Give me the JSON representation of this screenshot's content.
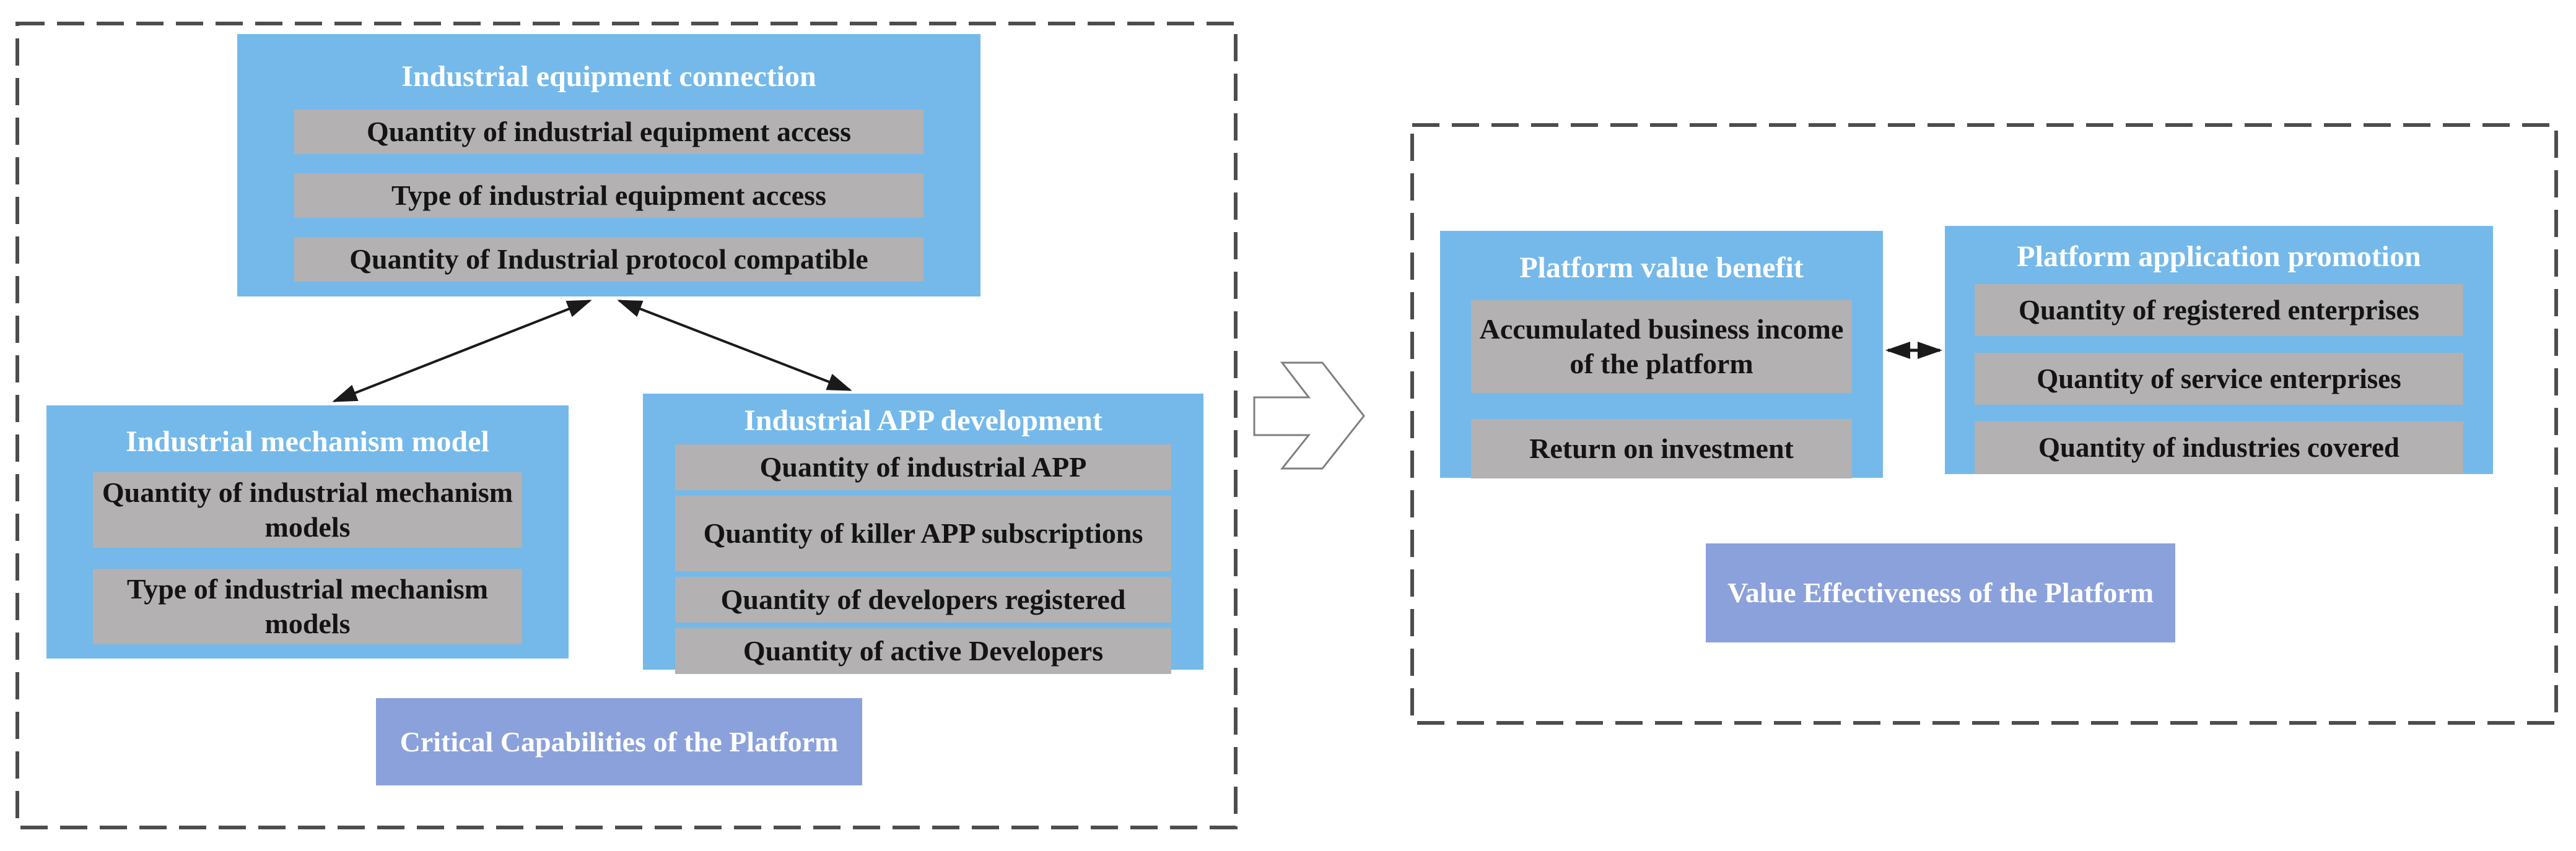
{
  "colors": {
    "panel_blue": "#74B9EA",
    "bar_gray": "#B3B1B1",
    "caption_periwinkle": "#8BA1DB",
    "dash_border": "#4D4D4D",
    "arrow_black": "#1A1A1A",
    "block_arrow_outline": "#7F7F7F"
  },
  "left_group": {
    "equipment": {
      "title": "Industrial equipment connection",
      "items": [
        "Quantity of industrial equipment access",
        "Type of industrial equipment access",
        "Quantity of Industrial protocol compatible"
      ]
    },
    "mechanism": {
      "title": "Industrial mechanism model",
      "items": [
        "Quantity of industrial mechanism models",
        "Type of industrial mechanism models"
      ]
    },
    "app_dev": {
      "title": "Industrial APP development",
      "items": [
        "Quantity of industrial APP",
        "Quantity of killer APP subscriptions",
        "Quantity of developers registered",
        "Quantity of active Developers"
      ]
    },
    "caption": "Critical Capabilities of the Platform"
  },
  "right_group": {
    "value_benefit": {
      "title": "Platform value benefit",
      "items": [
        "Accumulated business income of the platform",
        "Return on investment"
      ]
    },
    "app_promotion": {
      "title": "Platform application promotion",
      "items": [
        "Quantity of registered enterprises",
        "Quantity of service enterprises",
        "Quantity of industries covered"
      ]
    },
    "caption": "Value Effectiveness of the Platform"
  }
}
